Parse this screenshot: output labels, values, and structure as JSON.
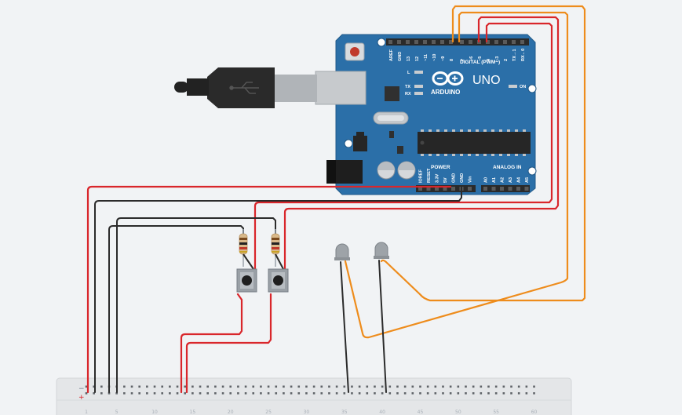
{
  "board": {
    "model": "UNO",
    "brand": "ARDUINO",
    "header_digital": "DIGITAL (PWM~)",
    "header_power": "POWER",
    "header_analog": "ANALOG IN",
    "digital_pins": [
      "AREF",
      "GND",
      "13",
      "12",
      "~11",
      "~10",
      "~9",
      "8",
      "7",
      "~6",
      "~5",
      "4",
      "~3",
      "2",
      "TX→1",
      "RX←0"
    ],
    "power_pins": [
      "IOREF",
      "RESET",
      "3.3V",
      "5V",
      "GND",
      "GND",
      "Vin"
    ],
    "analog_pins": [
      "A0",
      "A1",
      "A2",
      "A3",
      "A4",
      "A5"
    ],
    "led_labels": [
      "L",
      "TX",
      "RX"
    ],
    "on_label": "ON"
  },
  "breadboard": {
    "rail_minus": "−",
    "rail_plus": "+",
    "column_numbers": [
      "1",
      "5",
      "10",
      "15",
      "20",
      "25",
      "30",
      "35",
      "40",
      "45",
      "50",
      "55",
      "60"
    ]
  },
  "colors": {
    "board": "#2b6fa8",
    "wire_red": "#d9262b",
    "wire_black": "#2b2b2b",
    "wire_orange": "#ee8c1c",
    "background": "#f1f3f5",
    "breadboard": "#e2e4e6"
  },
  "components": {
    "buttons": 2,
    "resistors": 2,
    "leds": 2
  }
}
